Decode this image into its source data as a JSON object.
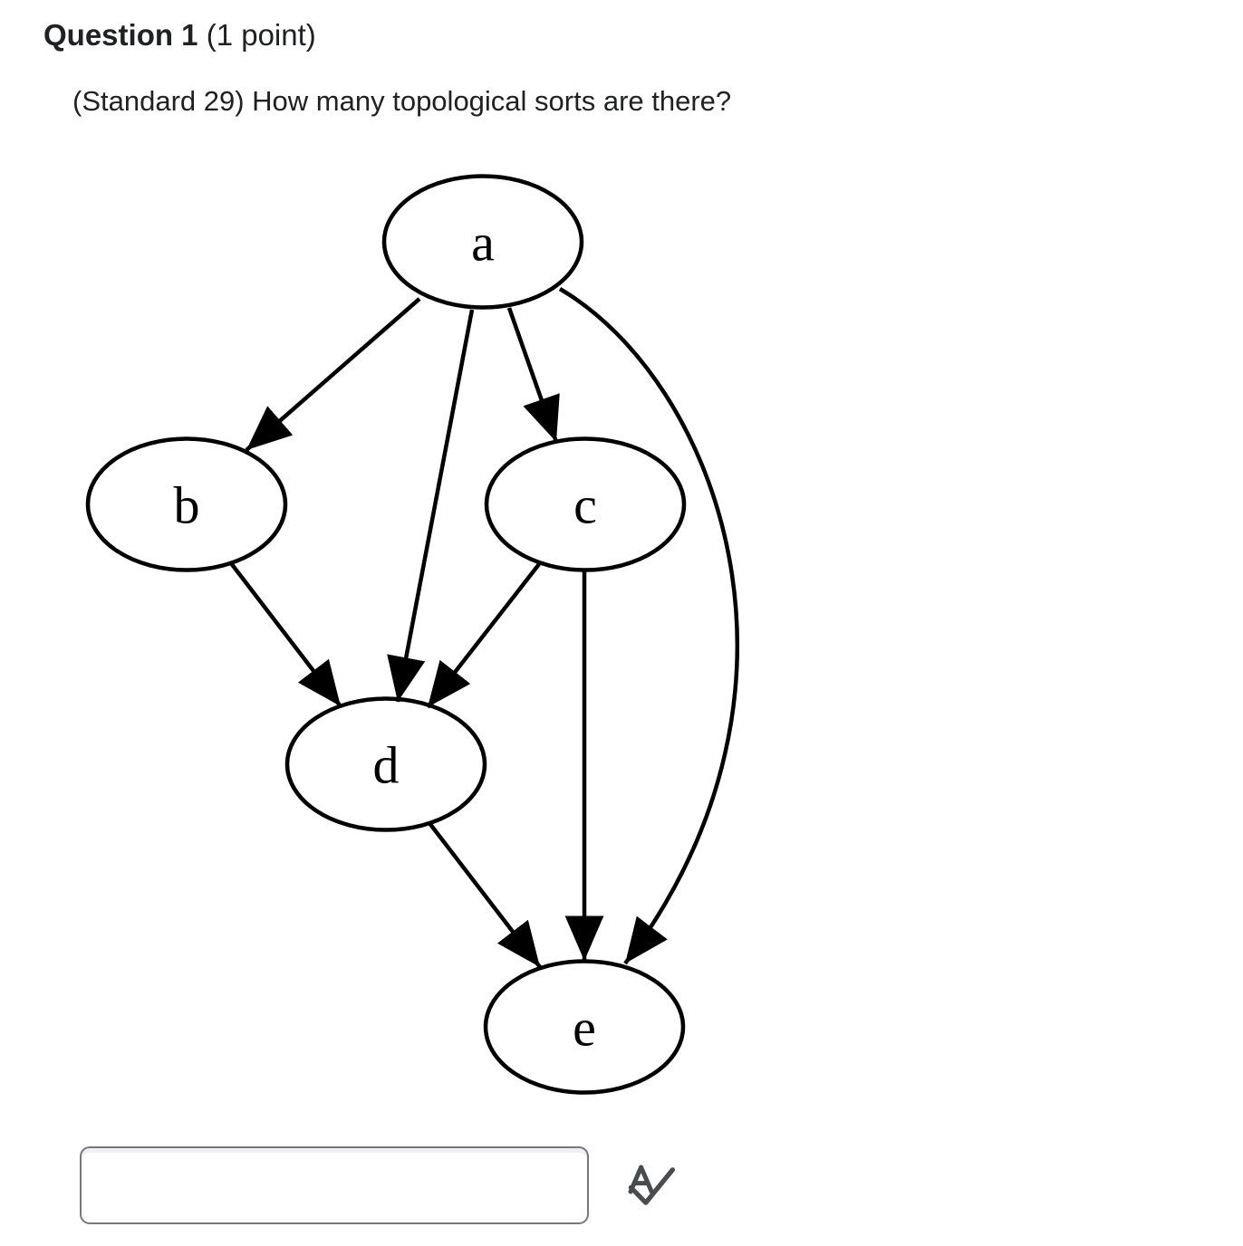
{
  "question": {
    "number_label": "Question 1",
    "points_label": "(1 point)",
    "prompt": "(Standard 29) How many topological sorts are there?"
  },
  "graph": {
    "type": "directed-acyclic-graph",
    "nodes": [
      {
        "id": "a",
        "label": "a"
      },
      {
        "id": "b",
        "label": "b"
      },
      {
        "id": "c",
        "label": "c"
      },
      {
        "id": "d",
        "label": "d"
      },
      {
        "id": "e",
        "label": "e"
      }
    ],
    "edges": [
      {
        "from": "a",
        "to": "b"
      },
      {
        "from": "a",
        "to": "c"
      },
      {
        "from": "a",
        "to": "d"
      },
      {
        "from": "a",
        "to": "e"
      },
      {
        "from": "b",
        "to": "d"
      },
      {
        "from": "c",
        "to": "d"
      },
      {
        "from": "c",
        "to": "e"
      },
      {
        "from": "d",
        "to": "e"
      }
    ]
  },
  "answer": {
    "value": "",
    "placeholder": ""
  },
  "icons": {
    "spell_check": "letter-A-with-checkmark"
  },
  "colors": {
    "background": "#ffffff",
    "ink": "#000000",
    "text": "#202122",
    "input_border": "#76797c",
    "icon": "#494c4e"
  }
}
